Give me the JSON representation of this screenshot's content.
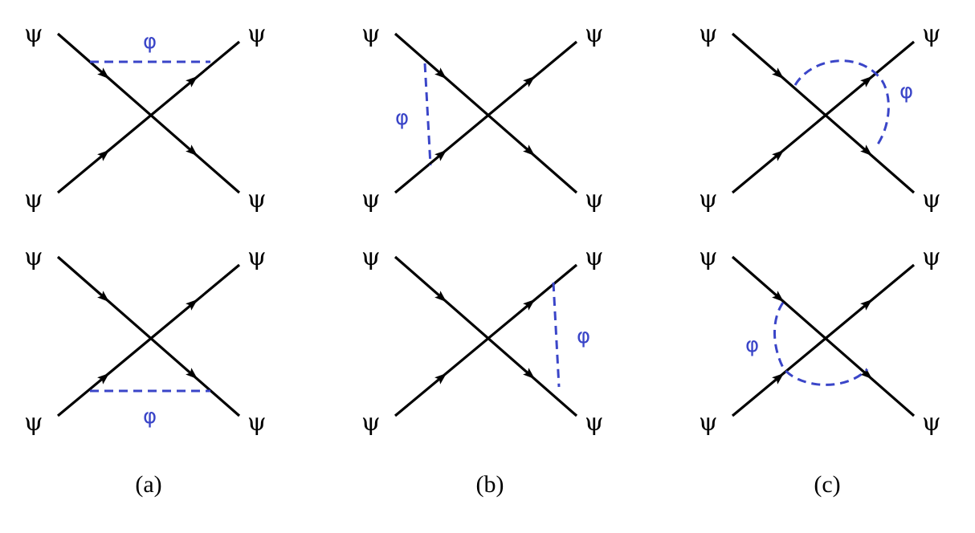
{
  "labels": {
    "fermion": "ψ",
    "scalar": "φ"
  },
  "captions": [
    "(a)",
    "(b)",
    "(c)"
  ],
  "colors": {
    "fermion_line": "#000000",
    "scalar_line": "#3a45c8"
  }
}
